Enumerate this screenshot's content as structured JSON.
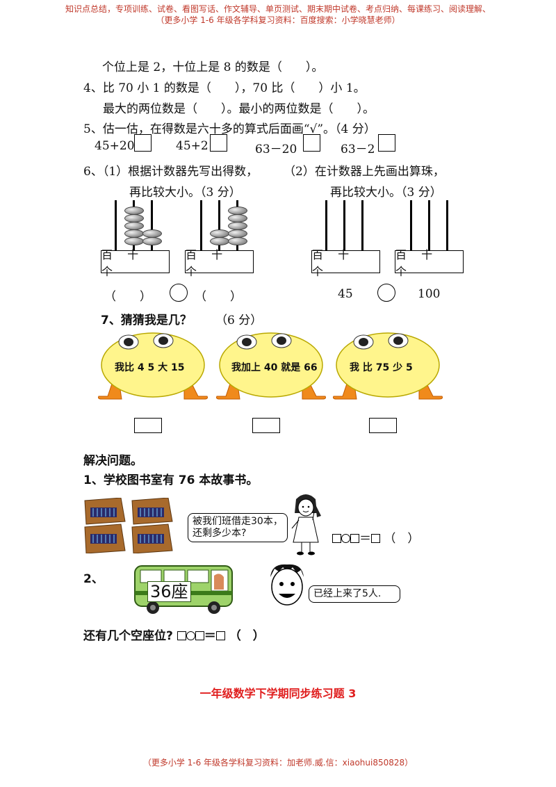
{
  "header": {
    "line1": "知识点总结，专项训练、试卷、看图写话、作文辅导、单页测试、期末期中试卷、考点归纳、每课练习、阅读理解、",
    "line2": "（更多小学 1-6 年级各学科复习资料：百度搜索：小学晓慧老师）"
  },
  "q3_tail": "个位上是 2，十位上是 8 的数是（　　）。",
  "q4": {
    "line1": "4、比 70 小 1 的数是（　　），70 比（　　）小 1。",
    "line2": "最大的两位数是（　　）。最小的两位数是（　　）。"
  },
  "q5": {
    "title": "5、估一估，在得数是六十多的算式后面画“√”。（4 分）",
    "items": [
      "45+20",
      "45+2",
      "63－20",
      "63－2"
    ]
  },
  "q6": {
    "line1": "6、（1）根据计数器先写出得数，",
    "line1b": "（2）在计数器上先画出算珠，",
    "sub1": "再比较大小。（3 分）",
    "sub2": "再比较大小。（3 分）",
    "abacus_label": "百 十 个",
    "paren": "（　　）",
    "num_a": "45",
    "num_b": "100"
  },
  "q7": {
    "title": "7、猜猜我是几？",
    "score": "（6 分）",
    "riddles": [
      "我比 4 5 大 15",
      "我加上 40 就是 66",
      "我 比 75 少 5"
    ]
  },
  "solve": {
    "title": "解决问题。",
    "p1": "1、学校图书室有 76 本故事书。",
    "p1_bubble_line1": "被我们班借走30本，",
    "p1_bubble_line2": "还剩多少本?",
    "p1_eq_tail": "（　）",
    "p2": "2、",
    "bus_sign": "36座",
    "p2_bubble": "已经上来了5人.",
    "p2_question": "还有几个空座位?",
    "p2_eq_tail": "（　）"
  },
  "next_title": "一年级数学下学期同步练习题 3",
  "footer": "（更多小学 1-6 年级各学科复习资料：加老师.威.信：xiaohui850828）"
}
